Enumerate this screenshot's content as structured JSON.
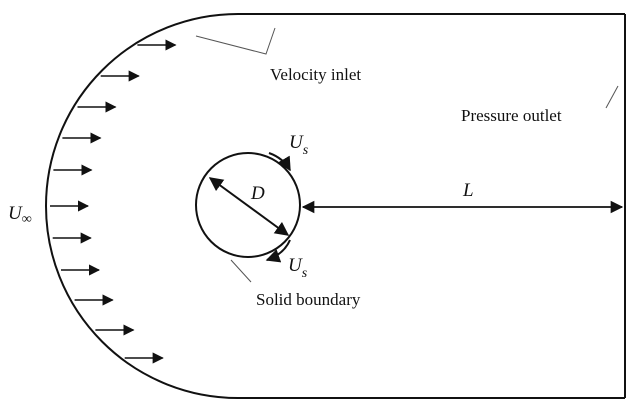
{
  "labels": {
    "velocity_inlet": "Velocity inlet",
    "pressure_outlet": "Pressure outlet",
    "solid_boundary": "Solid boundary",
    "diameter": "D",
    "length": "L",
    "free_stream": "U",
    "free_stream_sub": "∞",
    "surface_velocity": "U",
    "surface_velocity_sub": "s"
  },
  "colors": {
    "ink": "#111111",
    "leader": "#555555"
  }
}
